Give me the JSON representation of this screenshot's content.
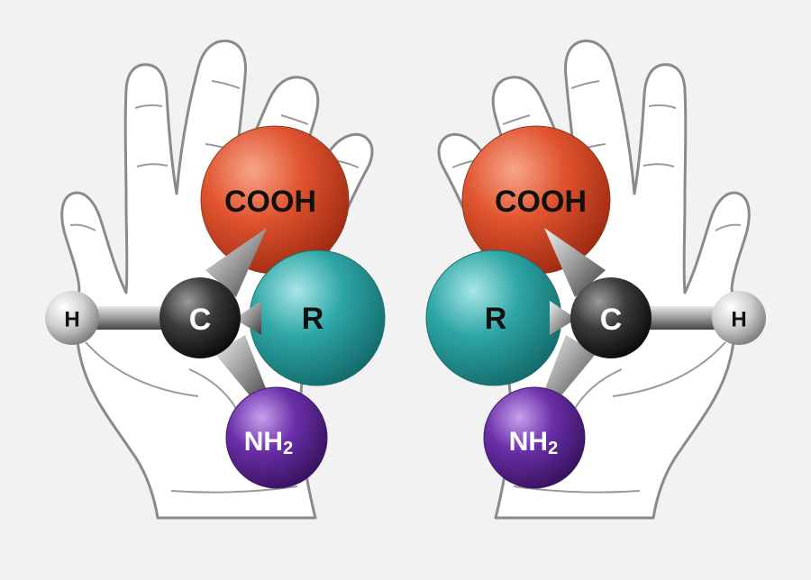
{
  "molecules": [
    {
      "id": "left",
      "atoms": {
        "cooh": "COOH",
        "r": "R",
        "c": "C",
        "h": "H",
        "nh2_main": "NH",
        "nh2_sub": "2"
      }
    },
    {
      "id": "right",
      "atoms": {
        "cooh": "COOH",
        "r": "R",
        "c": "C",
        "h": "H",
        "nh2_main": "NH",
        "nh2_sub": "2"
      }
    }
  ],
  "colors": {
    "background": "#f2f2f2",
    "hand_outline": "#8a8a8a",
    "hand_fill": "#ffffff",
    "cooh": "#e0542e",
    "r": "#2ea6a6",
    "c": "#222222",
    "h": "#c8c8c8",
    "nh2": "#6a2fa8"
  }
}
